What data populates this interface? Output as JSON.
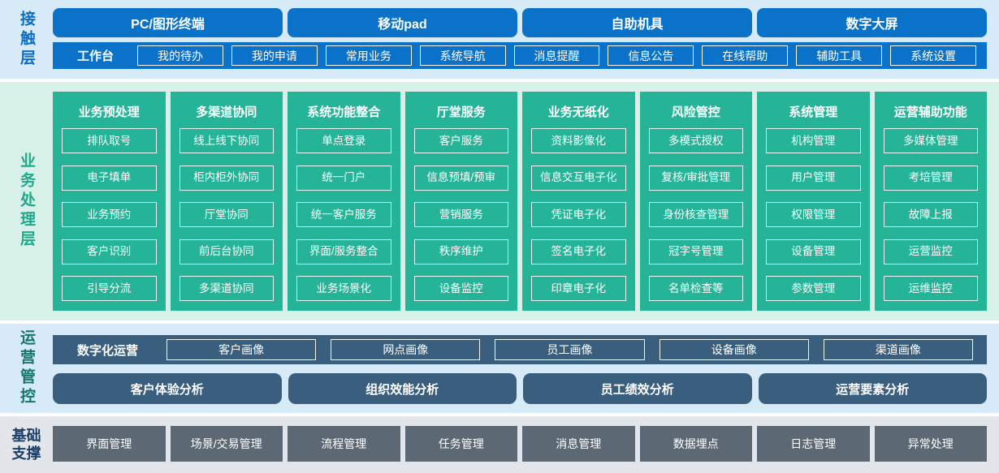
{
  "colors": {
    "contact_blue": "#0a72c8",
    "contact_band_bg": "#d7eaf8",
    "business_green": "#26b498",
    "business_band_bg": "#d7f0e8",
    "ops_slate_blue": "#3a5e7d",
    "foundation_gray": "#5c6873",
    "foundation_band_bg": "#e2e6ea",
    "label_blue": "#0b6fc4",
    "label_green": "#1fa98c",
    "label_teal": "#17756e",
    "label_navy": "#1d3f66"
  },
  "contact_layer": {
    "label": "接触层",
    "terminals": [
      "PC/图形终端",
      "移动pad",
      "自助机具",
      "数字大屏"
    ],
    "workbench": {
      "label": "工作台",
      "items": [
        "我的待办",
        "我的申请",
        "常用业务",
        "系统导航",
        "消息提醒",
        "信息公告",
        "在线帮助",
        "辅助工具",
        "系统设置"
      ]
    }
  },
  "business_layer": {
    "label": "业务处理层",
    "columns": [
      {
        "title": "业务预处理",
        "items": [
          "排队取号",
          "电子填单",
          "业务预约",
          "客户识别",
          "引导分流"
        ]
      },
      {
        "title": "多渠道协同",
        "items": [
          "线上线下协同",
          "柜内柜外协同",
          "厅堂协同",
          "前后台协同",
          "多渠道协同"
        ]
      },
      {
        "title": "系统功能整合",
        "items": [
          "单点登录",
          "统一门户",
          "统一客户服务",
          "界面/服务整合",
          "业务场景化"
        ]
      },
      {
        "title": "厅堂服务",
        "items": [
          "客户服务",
          "信息预填/预审",
          "营销服务",
          "秩序维护",
          "设备监控"
        ]
      },
      {
        "title": "业务无纸化",
        "items": [
          "资料影像化",
          "信息交互电子化",
          "凭证电子化",
          "签名电子化",
          "印章电子化"
        ]
      },
      {
        "title": "风险管控",
        "items": [
          "多模式授权",
          "复核/审批管理",
          "身份核查管理",
          "冠字号管理",
          "名单检查等"
        ]
      },
      {
        "title": "系统管理",
        "items": [
          "机构管理",
          "用户管理",
          "权限管理",
          "设备管理",
          "参数管理"
        ]
      },
      {
        "title": "运营辅助功能",
        "items": [
          "多媒体管理",
          "考培管理",
          "故障上报",
          "运营监控",
          "运维监控"
        ]
      }
    ]
  },
  "ops_layer": {
    "label": "运营管控",
    "digital_ops": {
      "label": "数字化运营",
      "items": [
        "客户画像",
        "网点画像",
        "员工画像",
        "设备画像",
        "渠道画像"
      ]
    },
    "analysis": [
      "客户体验分析",
      "组织效能分析",
      "员工绩效分析",
      "运营要素分析"
    ]
  },
  "foundation_layer": {
    "label": "基础支撑",
    "items": [
      "界面管理",
      "场景/交易管理",
      "流程管理",
      "任务管理",
      "消息管理",
      "数据埋点",
      "日志管理",
      "异常处理"
    ]
  }
}
